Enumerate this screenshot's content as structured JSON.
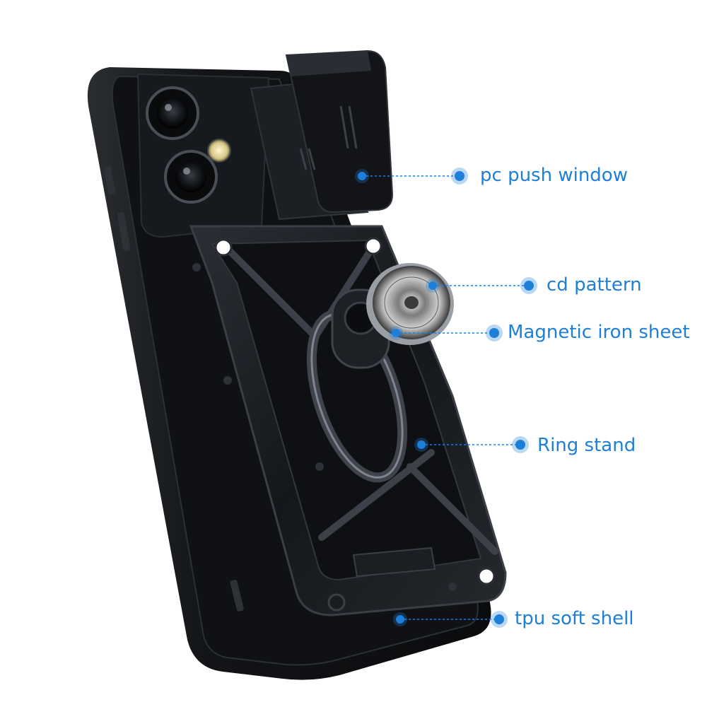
{
  "accent_color": "#1e7fd8",
  "callouts": [
    {
      "id": "pc-push-window",
      "label": "pc push window"
    },
    {
      "id": "cd-pattern",
      "label": "cd pattern"
    },
    {
      "id": "magnetic-iron-sheet",
      "label": "Magnetic iron sheet"
    },
    {
      "id": "ring-stand",
      "label": "Ring stand"
    },
    {
      "id": "tpu-soft-shell",
      "label": "tpu soft shell"
    }
  ]
}
